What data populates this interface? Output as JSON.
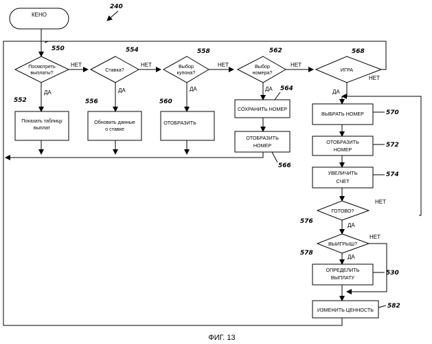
{
  "figure_number": "240",
  "caption": "ФИГ. 13",
  "start_label": "КЕНО",
  "yes_label": "ДА",
  "no_label": "НЕТ",
  "decisions": {
    "d550": {
      "lines": [
        "Посмотреть",
        "выплаты?"
      ],
      "ref": "550"
    },
    "d554": {
      "lines": [
        "Ставка?"
      ],
      "ref": "554"
    },
    "d558": {
      "lines": [
        "Выбор",
        "купона?"
      ],
      "ref": "558"
    },
    "d562": {
      "lines": [
        "Выбор",
        "номера?"
      ],
      "ref": "562"
    },
    "d568": {
      "lines": [
        "ИГРА"
      ],
      "ref": "568"
    },
    "d576": {
      "lines": [
        "ГОТОВО?"
      ],
      "ref": "576"
    },
    "d578": {
      "lines": [
        "ВЫИГРЫШ?"
      ],
      "ref": "578"
    }
  },
  "processes": {
    "p552": {
      "lines": [
        "Показать таблицу",
        "выплат"
      ],
      "ref": "552"
    },
    "p556": {
      "lines": [
        "Обновить данные",
        "о ставке"
      ],
      "ref": "556"
    },
    "p560": {
      "lines": [
        "ОТОБРАЗИТЬ"
      ],
      "ref": "560"
    },
    "p564": {
      "lines": [
        "СОХРАНИТЬ НОМЕР"
      ],
      "ref": "564"
    },
    "p566": {
      "lines": [
        "ОТОБРАЗИТЬ",
        "НОМЕР"
      ],
      "ref": "566"
    },
    "p570": {
      "lines": [
        "ВЫБРАТЬ НОМЕР"
      ],
      "ref": "570"
    },
    "p572": {
      "lines": [
        "ОТОБРАЗИТЬ",
        "НОМЕР"
      ],
      "ref": "572"
    },
    "p574": {
      "lines": [
        "УВЕЛИЧИТЬ",
        "СЧЕТ"
      ],
      "ref": "574"
    },
    "p530": {
      "lines": [
        "ОПРЕДЕЛИТЬ",
        "ВЫПЛАТУ"
      ],
      "ref": "530"
    },
    "p582": {
      "lines": [
        "ИЗМЕНИТЬ ЦЕННОСТЬ"
      ],
      "ref": "582"
    }
  }
}
